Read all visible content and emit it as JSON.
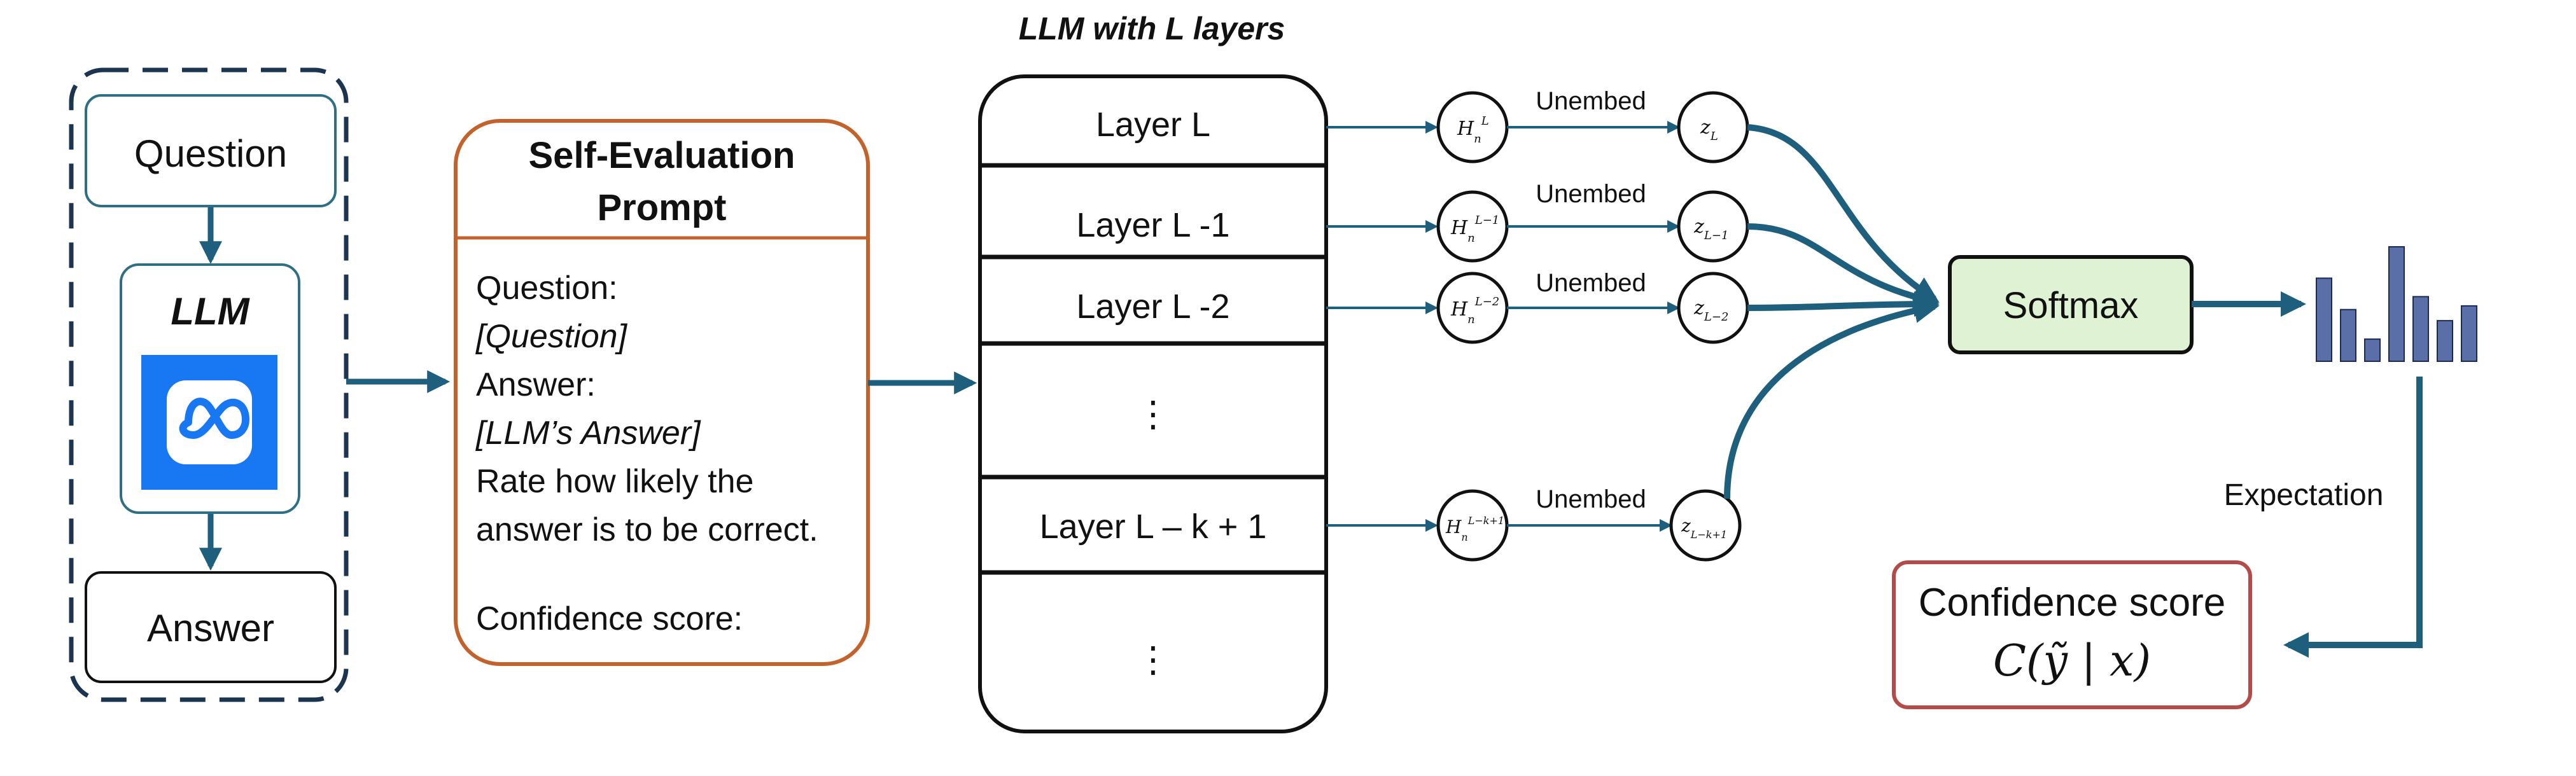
{
  "diagram_title": "LLM with L layers",
  "left_group": {
    "question_label": "Question",
    "llm_label": "LLM",
    "logo_icon": "meta-infinity-icon",
    "answer_label": "Answer"
  },
  "prompt_box": {
    "title_line1": "Self-Evaluation",
    "title_line2": "Prompt",
    "line_question_key": "Question:",
    "line_question_val": "[Question]",
    "line_answer_key": "Answer:",
    "line_answer_val": "[LLM’s Answer]",
    "line_rate_1": "Rate how likely the",
    "line_rate_2": "answer is to be correct.",
    "line_confidence": "Confidence score:"
  },
  "layers": [
    {
      "label": "Layer L"
    },
    {
      "label": "Layer L -1"
    },
    {
      "label": "Layer L -2"
    },
    {
      "label": "⋮"
    },
    {
      "label": "Layer L – k + 1"
    },
    {
      "label": "⋮"
    }
  ],
  "hidden_nodes": [
    {
      "base": "H",
      "sub": "n",
      "sup": "L"
    },
    {
      "base": "H",
      "sub": "n",
      "sup": "L−1"
    },
    {
      "base": "H",
      "sub": "n",
      "sup": "L−2"
    },
    {
      "base": "H",
      "sub": "n",
      "sup": "L−k+1"
    }
  ],
  "z_nodes": [
    {
      "base": "z",
      "sub": "L"
    },
    {
      "base": "z",
      "sub": "L−1"
    },
    {
      "base": "z",
      "sub": "L−2"
    },
    {
      "base": "z",
      "sub": "L−k+1"
    }
  ],
  "unembed_label": "Unembed",
  "softmax_label": "Softmax",
  "expectation_label": "Expectation",
  "confidence_box": {
    "title": "Confidence score",
    "formula": "C(ỹ | x)"
  },
  "colors": {
    "accent": "#1f5f7e",
    "prompt_border": "#c3622a",
    "softmax_fill": "#dff2d4",
    "confidence_border": "#b44a4a",
    "bar_fill": "#5a6fa8"
  },
  "histogram_values": [
    0.45,
    0.28,
    0.12,
    0.62,
    0.35,
    0.22,
    0.3
  ]
}
